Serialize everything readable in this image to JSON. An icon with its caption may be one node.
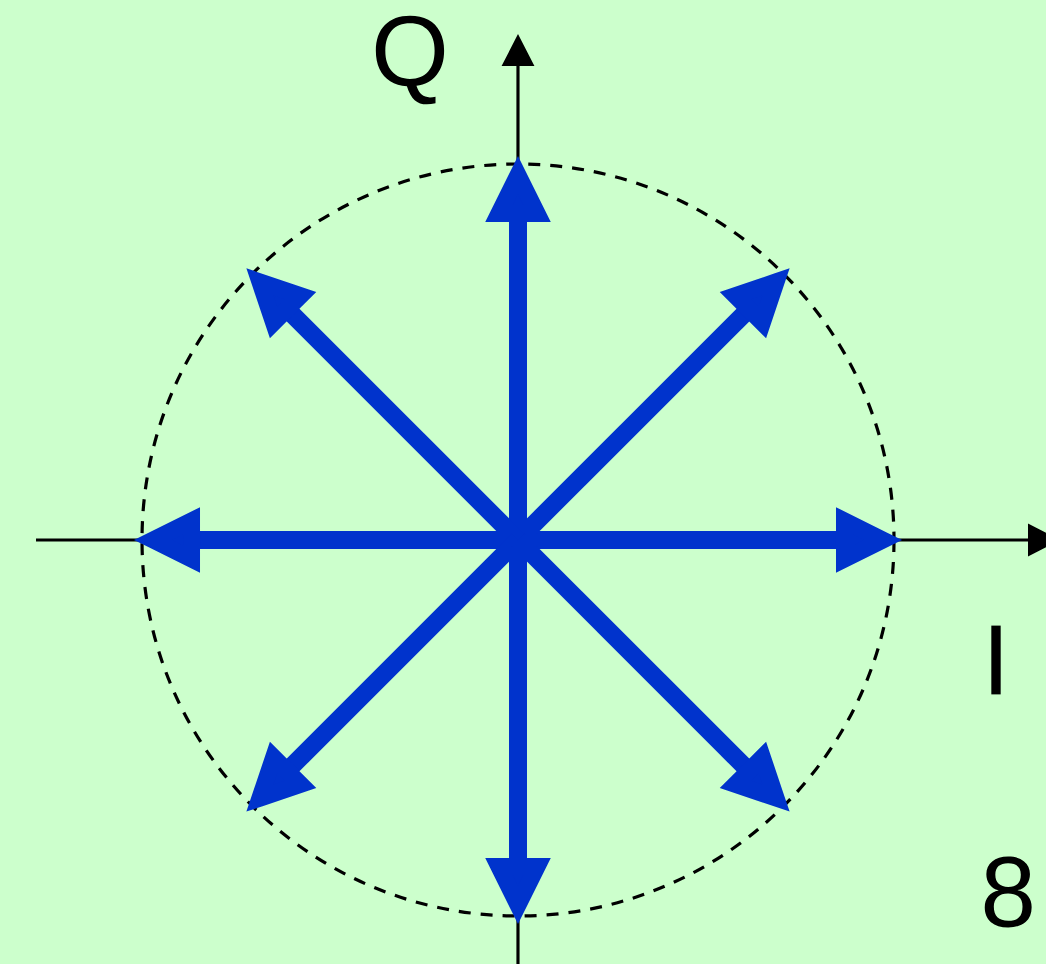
{
  "diagram": {
    "labels": [
      "Q",
      "I",
      "8"
    ]
  }
}
